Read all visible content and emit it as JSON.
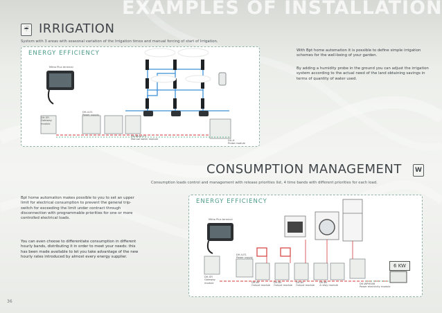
{
  "header": {
    "title": "EXAMPLES OF INSTALLATION"
  },
  "irrigation": {
    "icon_glyph": "☔",
    "icon_name": "irrigation-icon",
    "title": "IRRIGATION",
    "subtitle": "System with 3 areas with seasonal variation of the Irrigation times and manual forcing of start of Irrigation.",
    "panel_title": "ENERGY EFFICIENCY",
    "labels": {
      "panel_unit": "Mitho Plus terminal",
      "gateway": [
        "DH-SFi",
        "Gateway",
        "module"
      ],
      "power_supply": [
        "DH-4-E1",
        "Power supply"
      ],
      "manual_water": [
        "DH-WUx1+1",
        "Manual water  module"
      ],
      "probe": [
        "DH-H",
        "Probe module"
      ]
    },
    "paragraphs": [
      "With Bpt home automation it is possible to define simple irrigation schemes for the well-being of your garden.",
      "By adding a humidity probe in the ground you can adjust the irrigation system according to the actual need of the land obtaining savings in terms of quantity of water used."
    ]
  },
  "consumption": {
    "title": "CONSUMPTION MANAGEMENT",
    "icon_glyph": "W",
    "icon_name": "power-w-icon",
    "subtitle": "Consumption loads control and management with release priorities list, 4 time bands with different priorities for each load.",
    "panel_title": "ENERGY EFFICIENCY",
    "labels": {
      "panel_unit": "Mitho Plus terminal",
      "gateway": [
        "DH-SFi",
        "Gateway",
        "module"
      ],
      "power_supply": [
        "DH-4-E1",
        "Power supply"
      ],
      "out1": [
        "DH-8V",
        "Output module"
      ],
      "out2": [
        "DH-8V",
        "Output module"
      ],
      "out3": [
        "DH-8V",
        "Output module"
      ],
      "out4": [
        "DH-8V",
        "4 relay module"
      ],
      "meter": [
        "DH-WPM008",
        "Power electricity module"
      ],
      "kw": "6 KW"
    },
    "paragraphs": [
      "Bpt home automation makes possible to you to set an upper limit for electrical consumption to prevent the general trip-switch for exceeding the limit under contract through disconnection with programmable priorities for one or more controlled electrical loads.",
      "You can even choose to differentiate consumption in different hourly bands, distributing it in order to meet your needs: this has been made available to let you take advantage of the new hourly rates introduced by almost every energy supplier."
    ]
  },
  "page": {
    "number": "36"
  },
  "colors": {
    "accent": "#4a9a86",
    "pipe_blue": "#3a8fd8",
    "wire_red": "#d23a3a",
    "wire_green": "#3aa36a"
  }
}
